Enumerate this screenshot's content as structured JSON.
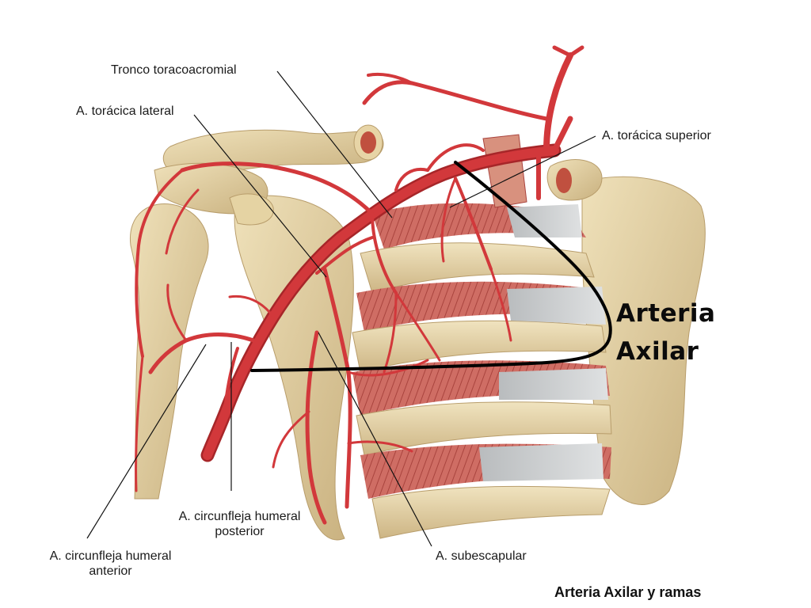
{
  "labels": {
    "tronco_toracoacromial": "Tronco toracoacromial",
    "toracica_lateral": "A. torácica lateral",
    "toracica_superior": "A. torácica superior",
    "circunfleja_posterior": "A. circunfleja humeral posterior",
    "circunfleja_anterior": "A. circunfleja humeral anterior",
    "subescapular": "A. subescapular"
  },
  "highlight": {
    "line1": "Arteria",
    "line2": "Axilar"
  },
  "caption": "Arteria Axilar y ramas",
  "colors": {
    "bone": "#d9c79a",
    "bone_shadow": "#bfa978",
    "artery": "#d2383b",
    "artery_dark": "#a72629",
    "muscle": "#c9635c",
    "cartilage": "#c8cacb",
    "outline": "#000000"
  }
}
